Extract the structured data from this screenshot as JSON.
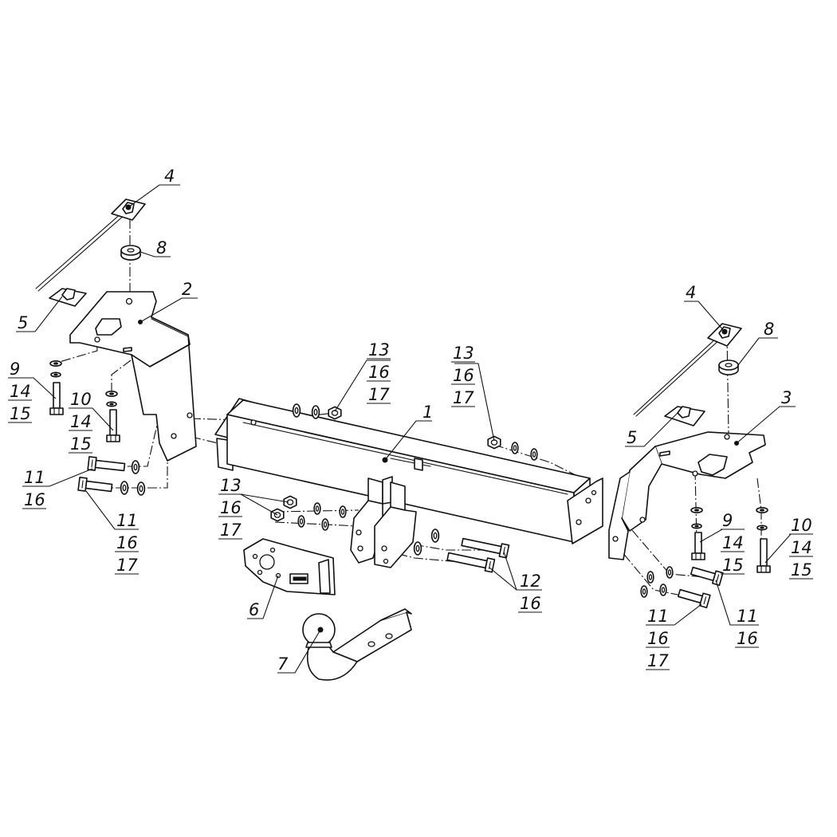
{
  "callouts": {
    "c1": "1",
    "c2": "2",
    "c3": "3",
    "c4_left": "4",
    "c4_right": "4",
    "c5_left": "5",
    "c5_right": "5",
    "c6": "6",
    "c7": "7",
    "c8_left": "8",
    "c8_right": "8",
    "c9_left": [
      "9",
      "14",
      "15"
    ],
    "c10_left": [
      "10",
      "14",
      "15"
    ],
    "c9_right": [
      "9",
      "14",
      "15"
    ],
    "c10_right": [
      "10",
      "14",
      "15"
    ],
    "c11_left_a": [
      "11",
      "16"
    ],
    "c11_left_b": [
      "11",
      "16",
      "17"
    ],
    "c11_right_a": [
      "11",
      "16"
    ],
    "c11_right_b": [
      "11",
      "16",
      "17"
    ],
    "c12": [
      "12",
      "16"
    ],
    "c13_top": [
      "13",
      "16",
      "17"
    ],
    "c13_mid": [
      "13",
      "16",
      "17"
    ],
    "c13_left": [
      "13",
      "16",
      "17"
    ]
  }
}
